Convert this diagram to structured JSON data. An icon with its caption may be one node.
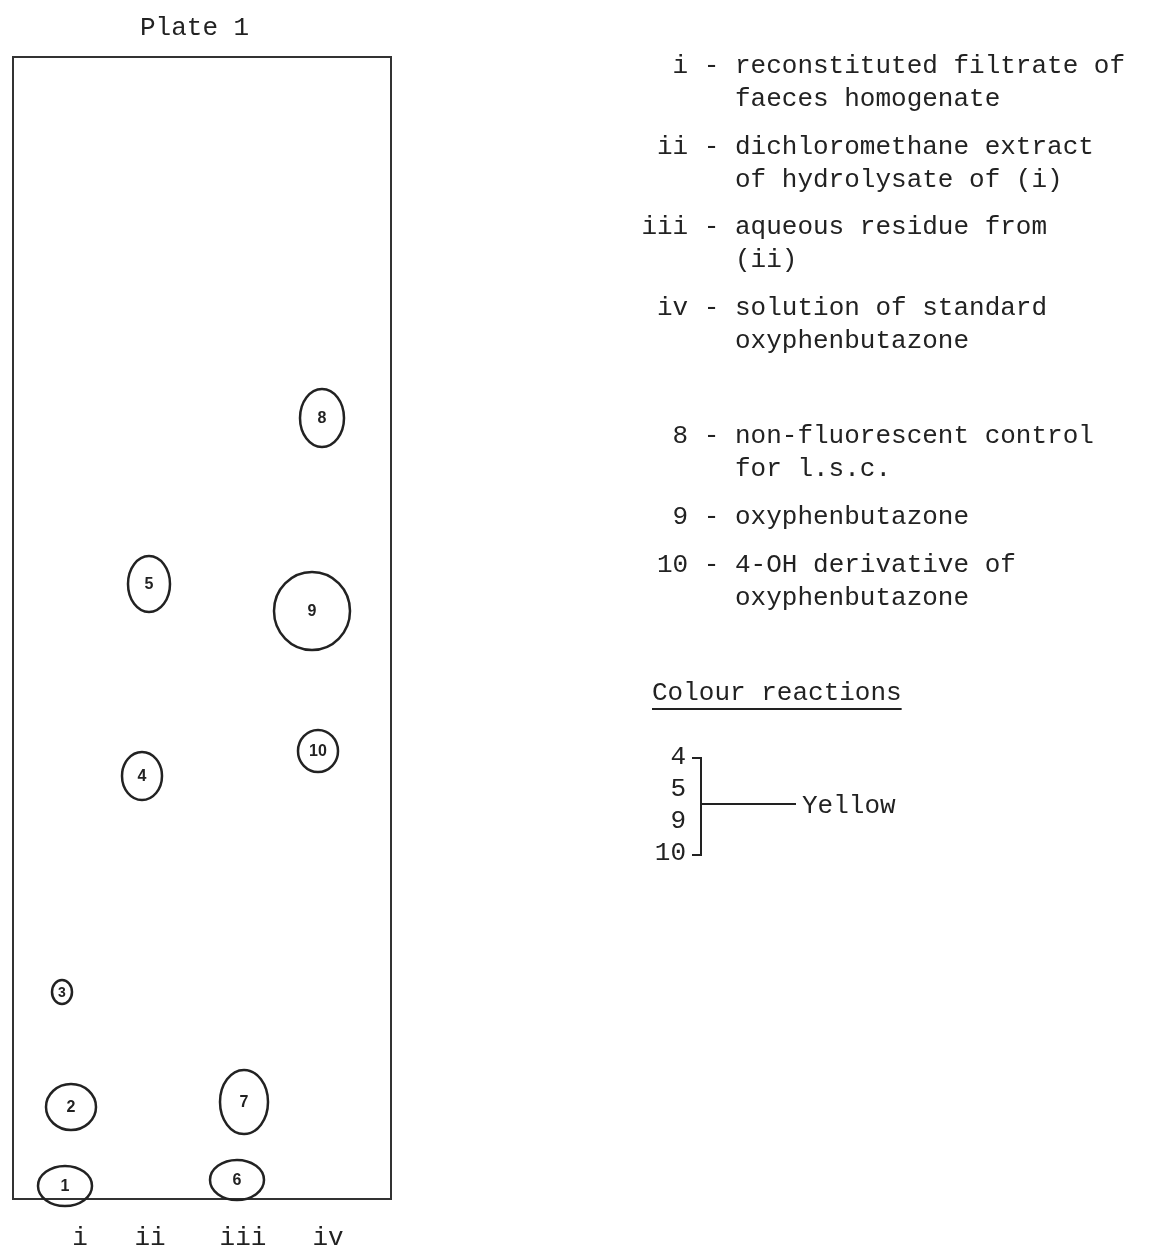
{
  "diagram": {
    "title": "Plate 1",
    "nodes": [
      {
        "text": [],
        "shape": "box"
      },
      {
        "text": [
          "8"
        ],
        "in": 0
      },
      {
        "text": [
          "5"
        ],
        "in": 0
      },
      {
        "text": [
          "9"
        ],
        "in": 0
      },
      {
        "text": [
          "10"
        ],
        "in": 0
      },
      {
        "text": [
          "4"
        ],
        "in": 0
      },
      {
        "text": [
          "3"
        ],
        "in": 0
      },
      {
        "text": [
          "2"
        ],
        "in": 0
      },
      {
        "text": [
          "7"
        ],
        "in": 0
      },
      {
        "text": [
          "1"
        ],
        "in": 0
      },
      {
        "text": [
          "6"
        ],
        "in": 0
      }
    ],
    "edges": [],
    "labels": [
      "i - reconstituted filtrate of faeces homogenate",
      "ii - dichloromethane extract of hydrolysate of (i)",
      "iii - aqueous residue from (ii)",
      "iv - solution of standard oxyphenbutazone",
      "8 - non-fluorescent control for l.s.c.",
      "9 - oxyphenbutazone",
      "10 - 4-OH derivative of oxyphenbutazone",
      "Colour reactions",
      "4",
      "5",
      "9",
      "10",
      "Yellow",
      "i",
      "ii",
      "iii",
      "iv"
    ]
  }
}
